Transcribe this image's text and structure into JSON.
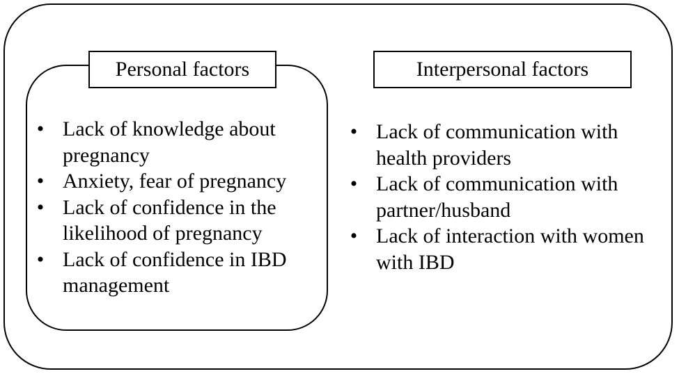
{
  "personal": {
    "title": "Personal factors",
    "items": [
      "Lack of knowledge about pregnancy",
      "Anxiety, fear of pregnancy",
      "Lack of confidence in the likelihood of pregnancy",
      "Lack of confidence in IBD management"
    ]
  },
  "interpersonal": {
    "title": "Interpersonal factors",
    "items": [
      "Lack of communication with health providers",
      "Lack of communication with partner/husband",
      "Lack of interaction with women with IBD"
    ]
  },
  "bullet_glyph": "•"
}
